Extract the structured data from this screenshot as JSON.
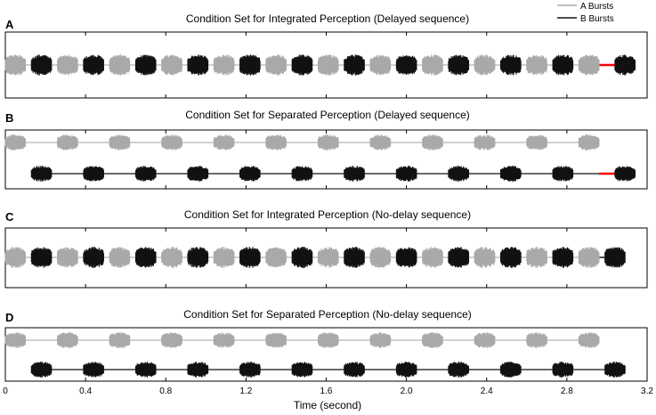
{
  "legend": {
    "items": [
      {
        "label": "A Bursts",
        "color": "#aaaaaa"
      },
      {
        "label": "B Bursts",
        "color": "#111111"
      }
    ],
    "placement": "top-right"
  },
  "colors": {
    "a_burst": "#a9a9a9",
    "b_burst": "#111111",
    "a_line": "#b5b5b5",
    "b_line": "#111111",
    "delay_marker": "#ff0000",
    "frame": "#000000"
  },
  "xaxis": {
    "label": "Time (second)",
    "ticks": [
      "0",
      "0.4",
      "0.8",
      "1.2",
      "1.6",
      "2.0",
      "2.4",
      "2.8",
      "3.2"
    ],
    "range": [
      0,
      3.2
    ]
  },
  "chart_data": [
    {
      "type": "waveform",
      "panel_letter": "A",
      "title": "Condition Set for Integrated Perception (Delayed sequence)",
      "tracks": "single",
      "series": [
        {
          "name": "A Bursts",
          "onsets": [
            0.0,
            0.26,
            0.52,
            0.78,
            1.04,
            1.3,
            1.56,
            1.82,
            2.08,
            2.34,
            2.6,
            2.86
          ],
          "duration": 0.1
        },
        {
          "name": "B Bursts",
          "onsets": [
            0.13,
            0.39,
            0.65,
            0.91,
            1.17,
            1.43,
            1.69,
            1.95,
            2.21,
            2.47,
            2.73,
            3.04
          ],
          "duration": 0.1
        }
      ],
      "delay_segment": [
        2.96,
        3.04
      ]
    },
    {
      "type": "waveform",
      "panel_letter": "B",
      "title": "Condition Set for Separated Perception (Delayed sequence)",
      "tracks": "dual",
      "series": [
        {
          "name": "A Bursts",
          "onsets": [
            0.0,
            0.26,
            0.52,
            0.78,
            1.04,
            1.3,
            1.56,
            1.82,
            2.08,
            2.34,
            2.6,
            2.86
          ],
          "duration": 0.1
        },
        {
          "name": "B Bursts",
          "onsets": [
            0.13,
            0.39,
            0.65,
            0.91,
            1.17,
            1.43,
            1.69,
            1.95,
            2.21,
            2.47,
            2.73,
            3.04
          ],
          "duration": 0.1
        }
      ],
      "delay_segment": [
        2.96,
        3.04
      ]
    },
    {
      "type": "waveform",
      "panel_letter": "C",
      "title": "Condition Set for Integrated Perception (No-delay sequence)",
      "tracks": "single",
      "series": [
        {
          "name": "A Bursts",
          "onsets": [
            0.0,
            0.26,
            0.52,
            0.78,
            1.04,
            1.3,
            1.56,
            1.82,
            2.08,
            2.34,
            2.6,
            2.86
          ],
          "duration": 0.1
        },
        {
          "name": "B Bursts",
          "onsets": [
            0.13,
            0.39,
            0.65,
            0.91,
            1.17,
            1.43,
            1.69,
            1.95,
            2.21,
            2.47,
            2.73,
            2.99
          ],
          "duration": 0.1
        }
      ]
    },
    {
      "type": "waveform",
      "panel_letter": "D",
      "title": "Condition Set for Separated Perception (No-delay sequence)",
      "tracks": "dual",
      "series": [
        {
          "name": "A Bursts",
          "onsets": [
            0.0,
            0.26,
            0.52,
            0.78,
            1.04,
            1.3,
            1.56,
            1.82,
            2.08,
            2.34,
            2.6,
            2.86
          ],
          "duration": 0.1
        },
        {
          "name": "B Bursts",
          "onsets": [
            0.13,
            0.39,
            0.65,
            0.91,
            1.17,
            1.43,
            1.69,
            1.95,
            2.21,
            2.47,
            2.73,
            2.99
          ],
          "duration": 0.1
        }
      ]
    }
  ]
}
